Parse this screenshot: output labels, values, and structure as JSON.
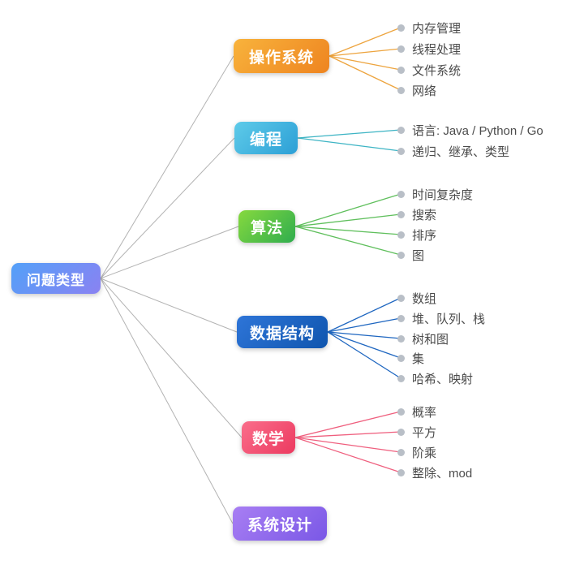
{
  "connector_color": "#b3b3b3",
  "root": {
    "label": "问题类型",
    "colors": {
      "from": "#53a0f8",
      "to": "#8a82f2"
    }
  },
  "branches": [
    {
      "label": "操作系统",
      "colors": {
        "from": "#f8b33c",
        "to": "#ee8420"
      },
      "line_color": "#eda43e",
      "children": [
        "内存管理",
        "线程处理",
        "文件系统",
        "网络"
      ]
    },
    {
      "label": "编程",
      "colors": {
        "from": "#5ecbe9",
        "to": "#2c9fd6"
      },
      "line_color": "#3db4c4",
      "children": [
        "语言: Java / Python / Go",
        "递归、继承、类型"
      ]
    },
    {
      "label": "算法",
      "colors": {
        "from": "#86d93e",
        "to": "#2fad4e"
      },
      "line_color": "#5fbf5c",
      "children": [
        "时间复杂度",
        "搜索",
        "排序",
        "图"
      ]
    },
    {
      "label": "数据结构",
      "colors": {
        "from": "#2e75d8",
        "to": "#0f55ae"
      },
      "line_color": "#1e66c0",
      "children": [
        "数组",
        "堆、队列、栈",
        "树和图",
        "集",
        "哈希、映射"
      ]
    },
    {
      "label": "数学",
      "colors": {
        "from": "#fa6e8b",
        "to": "#ec3a60"
      },
      "line_color": "#ef5f7e",
      "children": [
        "概率",
        "平方",
        "阶乘",
        "整除、mod"
      ]
    },
    {
      "label": "系统设计",
      "colors": {
        "from": "#a87ef3",
        "to": "#7a58e6"
      },
      "line_color": "#9b7bef",
      "children": []
    }
  ]
}
